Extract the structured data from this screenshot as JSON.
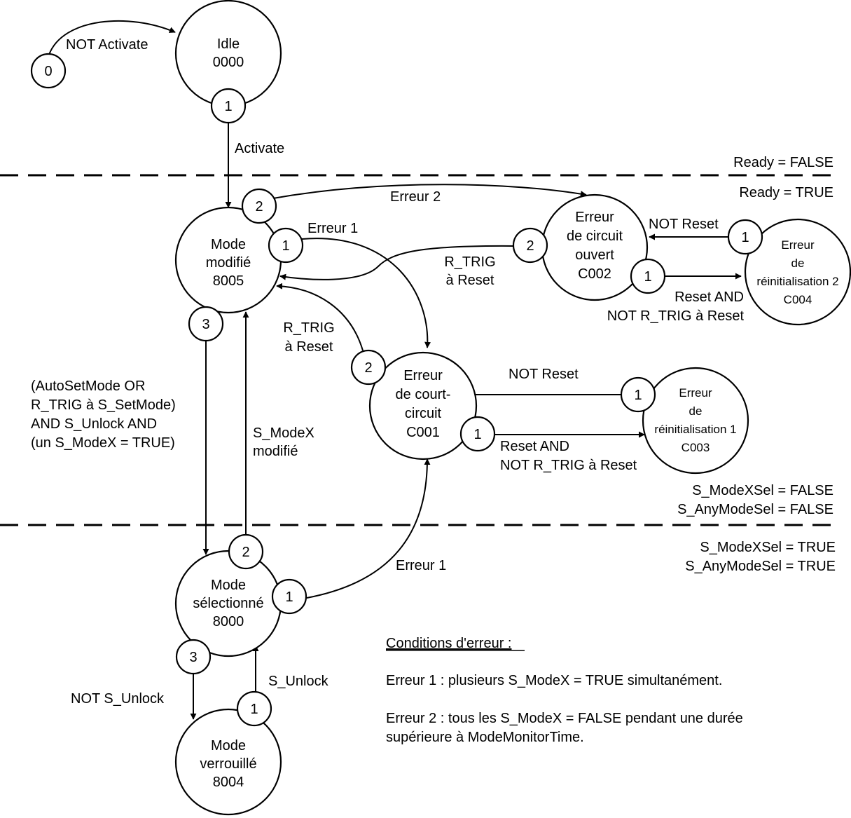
{
  "states": {
    "idle": [
      "Idle",
      "0000"
    ],
    "mode_modifie": [
      "Mode",
      "modifié",
      "8005"
    ],
    "erreur_circuit_ouvert": [
      "Erreur",
      "de circuit",
      "ouvert",
      "C002"
    ],
    "erreur_reinit_2": [
      "Erreur",
      "de",
      "réinitialisation 2",
      "C004"
    ],
    "erreur_court_circuit": [
      "Erreur",
      "de court-",
      "circuit",
      "C001"
    ],
    "erreur_reinit_1": [
      "Erreur",
      "de",
      "réinitialisation 1",
      "C003"
    ],
    "mode_selectionne": [
      "Mode",
      "sélectionné",
      "8000"
    ],
    "mode_verrouille": [
      "Mode",
      "verrouillé",
      "8004"
    ]
  },
  "ports": {
    "start": "0",
    "idle_out": "1",
    "mm_2": "2",
    "mm_1": "1",
    "mm_3": "3",
    "co_2": "2",
    "co_1": "1",
    "r2_1": "1",
    "cc_2": "2",
    "cc_1": "1",
    "r1_1": "1",
    "ms_2": "2",
    "ms_1": "1",
    "ms_3": "3",
    "mv_1": "1"
  },
  "transitions": {
    "not_activate": "NOT Activate",
    "activate": "Activate",
    "erreur_2": "Erreur 2",
    "erreur_1_top": "Erreur 1",
    "not_reset_top": "NOT Reset",
    "rtrig_top": [
      "R_TRIG",
      "à Reset"
    ],
    "reset_and_top": [
      "Reset AND",
      "NOT R_TRIG à Reset"
    ],
    "rtrig_mid": [
      "R_TRIG",
      "à Reset"
    ],
    "not_reset_mid": "NOT Reset",
    "reset_and_mid": [
      "Reset AND",
      "NOT R_TRIG à Reset"
    ],
    "autoset": [
      "(AutoSetMode OR",
      "R_TRIG à S_SetMode)",
      "AND S_Unlock AND",
      "(un S_ModeX = TRUE)"
    ],
    "s_modex_modifie": [
      "S_ModeX",
      "modifié"
    ],
    "erreur_1_bottom": "Erreur 1",
    "not_s_unlock": "NOT S_Unlock",
    "s_unlock": "S_Unlock"
  },
  "zones": {
    "ready_false": "Ready = FALSE",
    "ready_true": "Ready = TRUE",
    "modexsel_false": "S_ModeXSel = FALSE",
    "anymodesel_false": "S_AnyModeSel = FALSE",
    "modexsel_true": "S_ModeXSel = TRUE",
    "anymodesel_true": "S_AnyModeSel = TRUE"
  },
  "notes": {
    "heading": "Conditions d'erreur :",
    "erreur_1": "Erreur 1 : plusieurs S_ModeX = TRUE simultanément.",
    "erreur_2": [
      "Erreur 2 : tous les S_ModeX = FALSE pendant une durée",
      "supérieure à ModeMonitorTime."
    ]
  }
}
